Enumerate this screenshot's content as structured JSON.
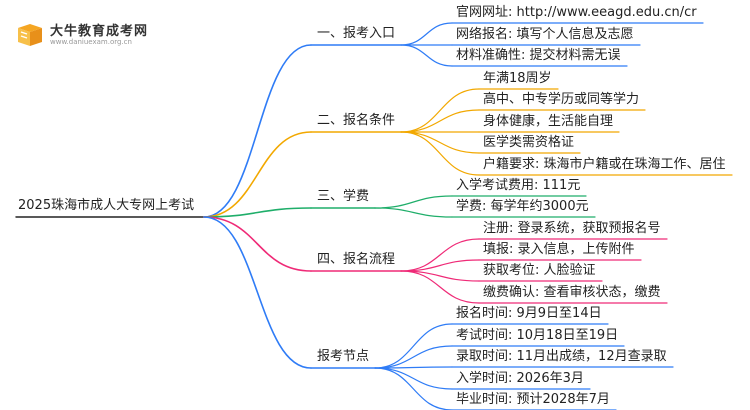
{
  "logo": {
    "name": "大牛教育成考网",
    "url": "www.daniuexam.org.cn"
  },
  "colors": {
    "blue": "#2f7cf6",
    "orange": "#f2a800",
    "green": "#1fae6a",
    "pink": "#ef2a77",
    "line": "#222222"
  },
  "mindmap": {
    "root": "2025珠海市成人大专网上考试",
    "branches": [
      {
        "label": "一、报考入口",
        "color": "blue",
        "children": [
          "官网网址: http://www.eeagd.edu.cn/cr",
          "网络报名: 填写个人信息及志愿",
          "材料准确性: 提交材料需无误"
        ]
      },
      {
        "label": "二、报名条件",
        "color": "orange",
        "children": [
          "年满18周岁",
          "高中、中专学历或同等学力",
          "身体健康，生活能自理",
          "医学类需资格证",
          "户籍要求: 珠海市户籍或在珠海工作、居住"
        ]
      },
      {
        "label": "三、学费",
        "color": "green",
        "children": [
          "入学考试费用: 111元",
          "学费: 每学年约3000元"
        ]
      },
      {
        "label": "四、报名流程",
        "color": "pink",
        "children": [
          "注册: 登录系统，获取预报名号",
          "填报: 录入信息，上传附件",
          "获取考位: 人脸验证",
          "缴费确认: 查看审核状态，缴费"
        ]
      },
      {
        "label": "报考节点",
        "color": "blue",
        "children": [
          "报名时间: 9月9日至14日",
          "考试时间: 10月18日至19日",
          "录取时间: 11月出成绩，12月查录取",
          "入学时间: 2026年3月",
          "毕业时间: 预计2028年7月"
        ]
      }
    ]
  }
}
